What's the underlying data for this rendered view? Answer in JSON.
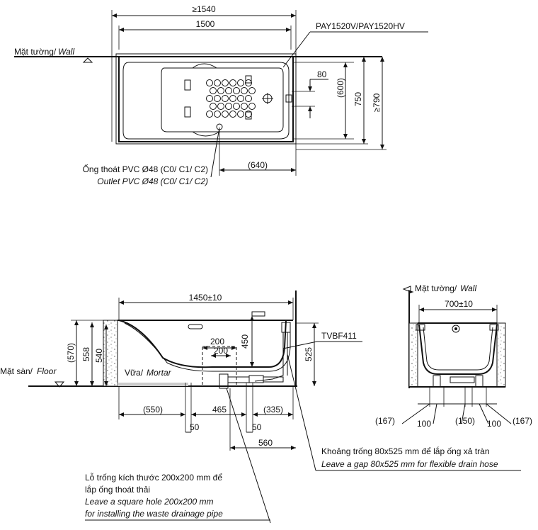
{
  "top": {
    "dim_total": "≥1540",
    "dim_width": "1500",
    "model": "PAY1520V/PAY1520HV",
    "wall_vi": "Mặt tường/",
    "wall_en": "Wall",
    "dim_80": "80",
    "dim_600": "(600)",
    "dim_750": "750",
    "dim_790": "≥790",
    "dim_640": "(640)",
    "outlet_vi": "Ống thoát PVC Ø48 (C0/ C1/ C2)",
    "outlet_en": "Outlet PVC Ø48 (C0/ C1/ C2)"
  },
  "side": {
    "dim_1450": "1450±10",
    "dim_570": "(570)",
    "dim_558": "558",
    "dim_540": "540",
    "dim_450": "450",
    "dim_525": "525",
    "dim_200a": "200",
    "dim_200b": "200",
    "trap": "TVBF411",
    "floor_vi": "Mặt sàn/",
    "floor_en": "Floor",
    "mortar_vi": "Vữa/",
    "mortar_en": "Mortar",
    "dim_550": "(550)",
    "dim_465": "465",
    "dim_335": "(335)",
    "dim_50a": "50",
    "dim_50b": "50",
    "dim_560": "560",
    "gap_vi": "Khoảng trống 80x525 mm để lắp ống xả tràn",
    "gap_en": "Leave a gap 80x525 mm for flexible drain hose",
    "hole_vi1": "Lỗ trống kích thước 200x200 mm để",
    "hole_vi2": "lắp ống thoát thải",
    "hole_en1": "Leave a square hole  200x200 mm",
    "hole_en2": "for installing the waste drainage pipe"
  },
  "end": {
    "wall_vi": "Mặt tường/",
    "wall_en": "Wall",
    "dim_700": "700±10",
    "dim_167a": "(167)",
    "dim_100a": "100",
    "dim_150": "(150)",
    "dim_100b": "100",
    "dim_167b": "(167)"
  }
}
